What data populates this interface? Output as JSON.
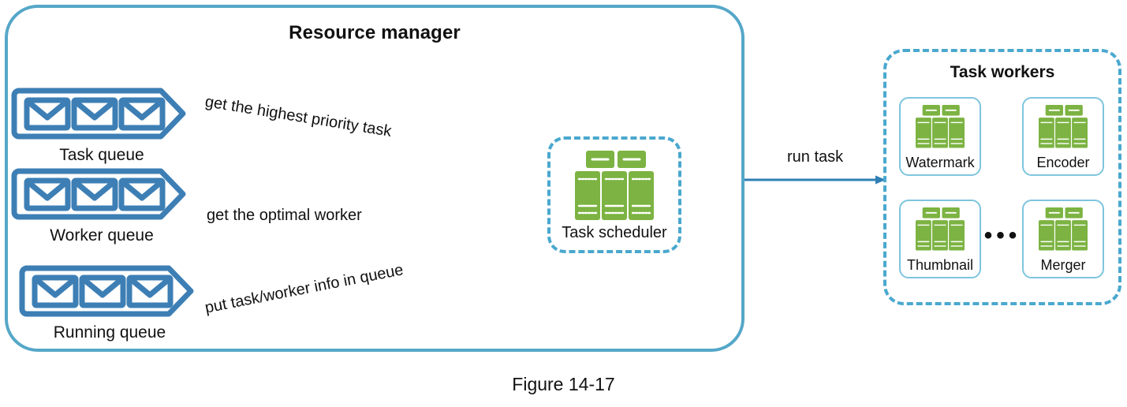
{
  "figure": {
    "caption": "Figure 14-17"
  },
  "resource_manager": {
    "title": "Resource manager",
    "queues": [
      {
        "label": "Task queue",
        "icon": "envelope-queue-icon",
        "items": 3
      },
      {
        "label": "Worker queue",
        "icon": "envelope-queue-icon",
        "items": 3
      },
      {
        "label": "Running queue",
        "icon": "envelope-queue-icon",
        "items": 3
      }
    ],
    "scheduler": {
      "label": "Task scheduler",
      "icon": "server-rack-icon"
    },
    "edges": [
      {
        "label": "get the highest priority task",
        "from": "task-scheduler",
        "to": "task-queue"
      },
      {
        "label": "get the optimal worker",
        "from": "task-scheduler",
        "to": "worker-queue"
      },
      {
        "label": "put task/worker info in queue",
        "from": "task-scheduler",
        "to": "running-queue"
      }
    ]
  },
  "run_task_edge": {
    "label": "run task",
    "from": "task-scheduler",
    "to": "task-workers"
  },
  "task_workers": {
    "title": "Task workers",
    "ellipsis": "•••",
    "workers": [
      {
        "label": "Watermark",
        "icon": "server-rack-icon"
      },
      {
        "label": "Encoder",
        "icon": "server-rack-icon"
      },
      {
        "label": "Thumbnail",
        "icon": "server-rack-icon"
      },
      {
        "label": "Merger",
        "icon": "server-rack-icon"
      }
    ]
  },
  "colors": {
    "container_border": "#55a7c8",
    "dashed_border": "#4aa8ce",
    "queue_blue": "#3d7fb5",
    "server_green": "#7cb342",
    "arrow_line": "#2f6ea5",
    "arrow_head": "#3b5f80",
    "worker_box_border": "#7ec5de",
    "text": "#111111"
  }
}
